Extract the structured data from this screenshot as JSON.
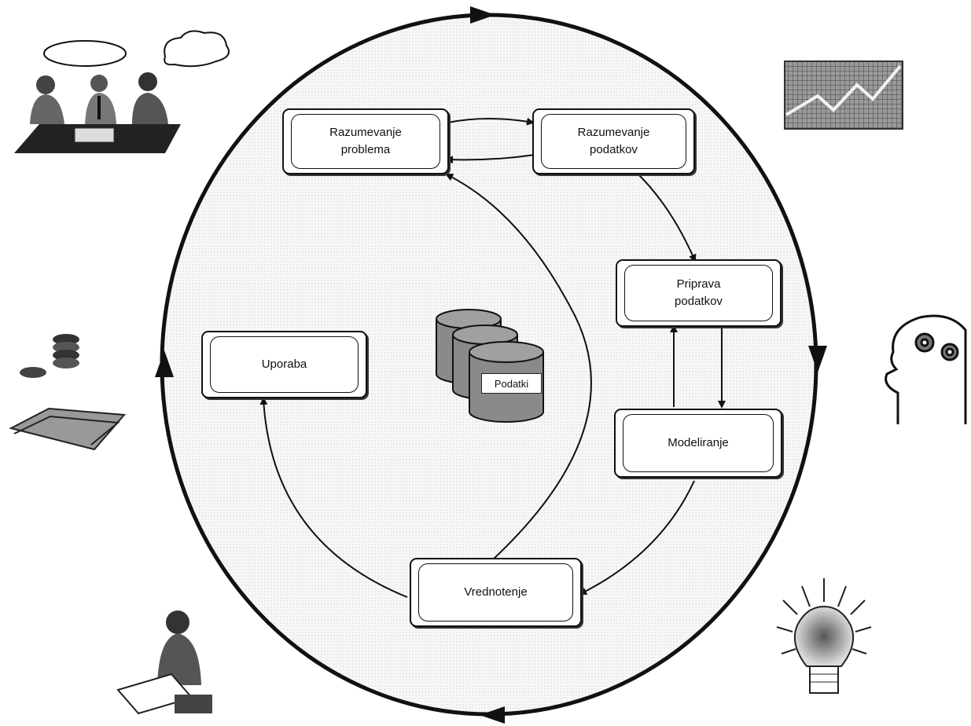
{
  "phases": {
    "business_understanding": "Razumevanje\nproblema",
    "data_understanding": "Razumevanje\npodatkov",
    "data_preparation": "Priprava\npodatkov",
    "modeling": "Modeliranje",
    "evaluation": "Vrednotenje",
    "deployment": "Uporaba"
  },
  "data_store_label": "Podatki",
  "icons": [
    "meeting-people-icon",
    "line-chart-icon",
    "head-gears-icon",
    "light-bulb-icon",
    "person-writing-icon",
    "coins-money-icon",
    "database-icon"
  ],
  "colors": {
    "stroke": "#111111",
    "background_dots": "#d9d9d9",
    "cylinder": "#8a8a8a"
  }
}
